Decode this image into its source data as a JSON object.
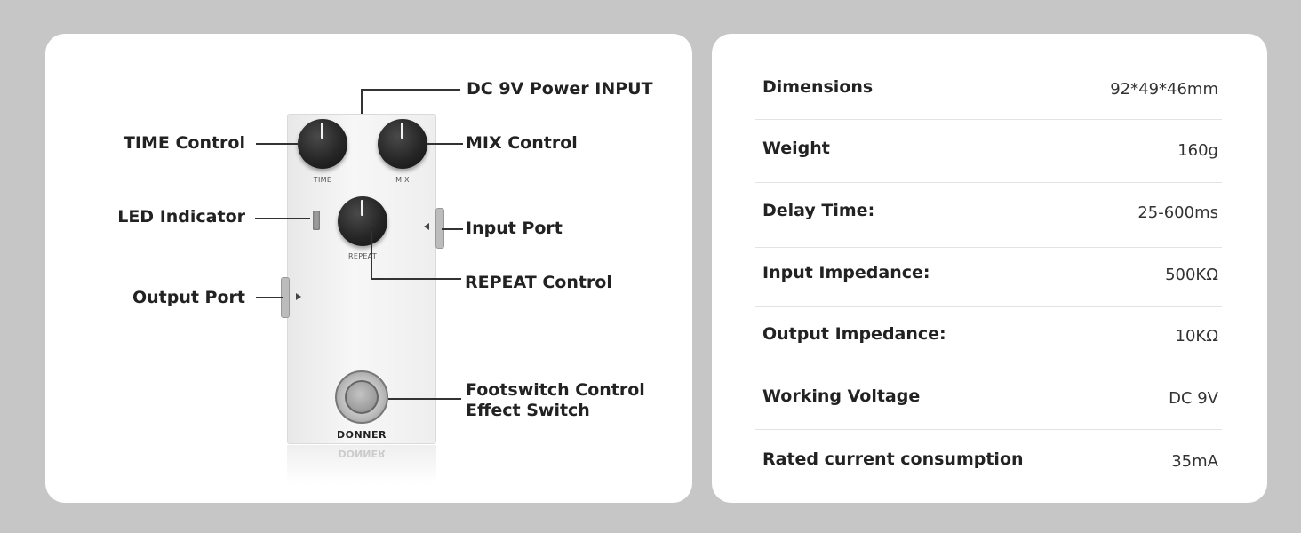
{
  "diagram": {
    "callouts": {
      "dc_power": "DC 9V Power INPUT",
      "time_control": "TIME Control",
      "mix_control": "MIX Control",
      "led_indicator": "LED Indicator",
      "input_port": "Input Port",
      "repeat_control": "REPEAT Control",
      "output_port": "Output Port",
      "footswitch_line1": "Footswitch Control",
      "footswitch_line2": "Effect Switch"
    },
    "pedal": {
      "knob_time_label": "TIME",
      "knob_mix_label": "MIX",
      "knob_repeat_label": "REPEAT",
      "brand": "DONNER"
    }
  },
  "specs": [
    {
      "name": "Dimensions",
      "value": "92*49*46mm"
    },
    {
      "name": "Weight",
      "value": "160g"
    },
    {
      "name": "Delay Time:",
      "value": "25-600ms"
    },
    {
      "name": "Input Impedance:",
      "value": "500KΩ"
    },
    {
      "name": "Output Impedance:",
      "value": "10KΩ"
    },
    {
      "name": "Working Voltage",
      "value": "DC 9V"
    },
    {
      "name": "Rated current consumption",
      "value": "35mA"
    }
  ],
  "colors": {
    "background": "#c6c6c6",
    "card": "#ffffff",
    "text": "#222222",
    "knob": "#262626"
  }
}
